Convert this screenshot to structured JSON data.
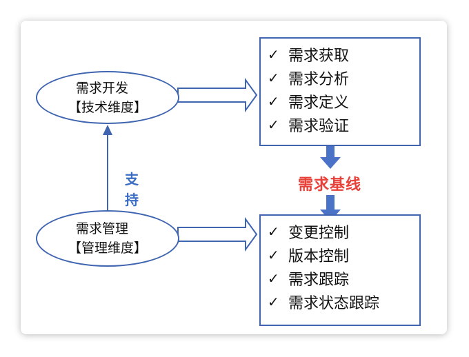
{
  "dev_node": {
    "line1": "需求开发",
    "line2": "【技术维度】"
  },
  "mgmt_node": {
    "line1": "需求管理",
    "line2": "【管理维度】"
  },
  "support_label": {
    "char1": "支",
    "char2": "持"
  },
  "baseline_label": "需求基线",
  "dev_activities": [
    {
      "check": "✓",
      "label": "需求获取"
    },
    {
      "check": "✓",
      "label": "需求分析"
    },
    {
      "check": "✓",
      "label": "需求定义"
    },
    {
      "check": "✓",
      "label": "需求验证"
    }
  ],
  "mgmt_activities": [
    {
      "check": "✓",
      "label": "变更控制"
    },
    {
      "check": "✓",
      "label": "版本控制"
    },
    {
      "check": "✓",
      "label": "需求跟踪"
    },
    {
      "check": "✓",
      "label": "需求状态跟踪"
    }
  ],
  "colors": {
    "border": "#3f64b0",
    "arrow_fill": "#4a72c7",
    "baseline_text": "#e8413a",
    "support_text": "#3b6dc4"
  }
}
